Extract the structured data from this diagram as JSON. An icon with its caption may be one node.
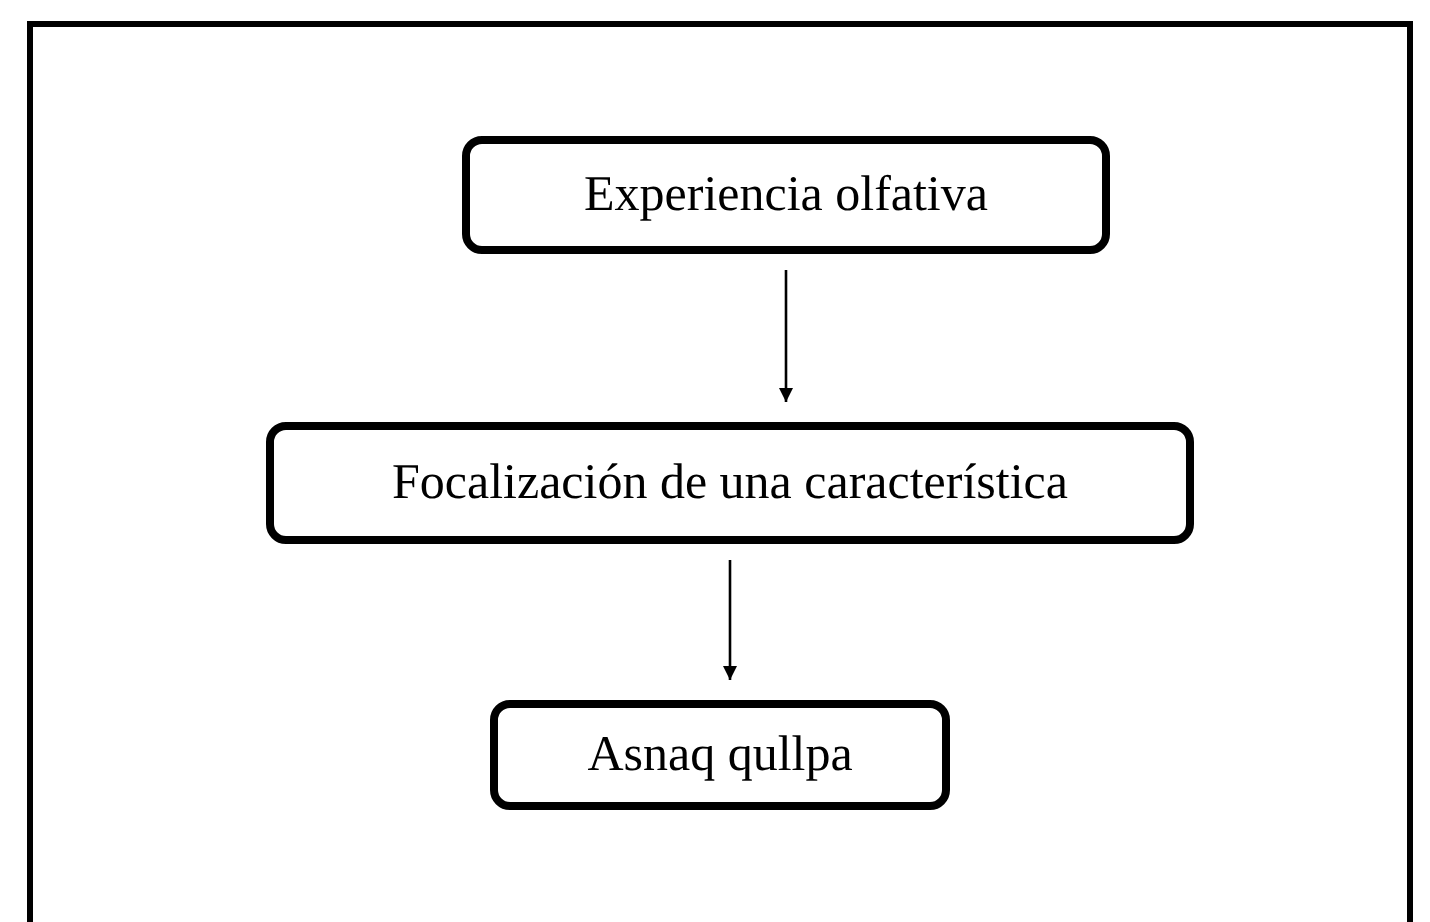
{
  "diagram": {
    "nodes": [
      {
        "text": [
          "Experiencia olfativa"
        ]
      },
      {
        "text": [
          "Focalización de una característica"
        ]
      },
      {
        "text": [
          "Asnaq qullpa"
        ]
      }
    ],
    "edges": [
      {
        "from": 0,
        "to": 1,
        "arrow": "to"
      },
      {
        "from": 1,
        "to": 2,
        "arrow": "to"
      }
    ]
  }
}
